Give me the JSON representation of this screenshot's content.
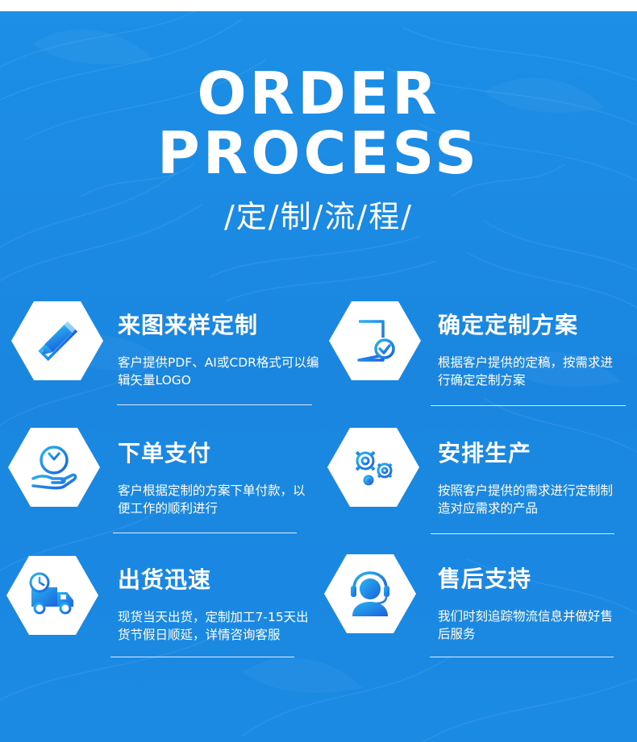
{
  "header": {
    "title_line1": "ORDER",
    "title_line2": "PROCESS",
    "subtitle": "/定/制/流/程/"
  },
  "colors": {
    "background": "#1b8ae3",
    "hex_fill": "#ffffff",
    "icon_gradient_start": "#2ab4f2",
    "icon_gradient_end": "#1a63dc",
    "text": "#ffffff"
  },
  "steps": [
    {
      "title": "来图来样定制",
      "description": "客户提供PDF、AI或CDR格式可以编辑矢量LOGO",
      "icon": "pencil-ruler-icon"
    },
    {
      "title": "确定定制方案",
      "description": "根据客户提供的定稿，按需求进行确定定制方案",
      "icon": "document-check-icon"
    },
    {
      "title": "下单支付",
      "description": "客户根据定制的方案下单付款，以便工作的顺利进行",
      "icon": "yen-hand-icon"
    },
    {
      "title": "安排生产",
      "description": "按照客户提供的需求进行定制制造对应需求的产品",
      "icon": "gears-icon"
    },
    {
      "title": "出货迅速",
      "description": "现货当天出货，定制加工7-15天出货节假日顺延，详情咨询客服",
      "icon": "delivery-truck-icon"
    },
    {
      "title": "售后支持",
      "description": "我们时刻追踪物流信息并做好售后服务",
      "icon": "headset-agent-icon"
    }
  ]
}
